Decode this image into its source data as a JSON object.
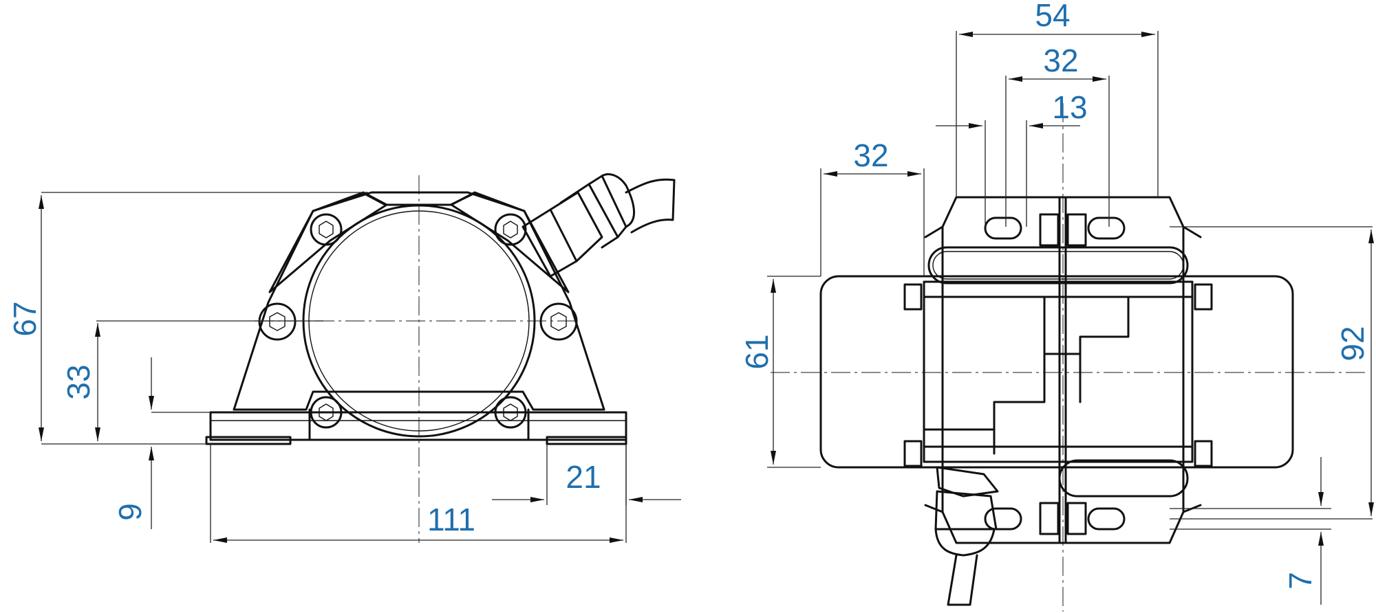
{
  "colors": {
    "dimension_text": "#1f6fad",
    "line": "#111111",
    "background": "#ffffff"
  },
  "dimensions": {
    "front_height_total": "67",
    "front_axis_height": "33",
    "front_foot_height": "9",
    "front_foot_length": "21",
    "front_total_length": "111",
    "side_top_width": "54",
    "side_slot_outer": "32",
    "side_slot_inner": "13",
    "side_left_offset": "32",
    "side_body_height": "61",
    "side_total_height": "92",
    "side_foot_offset": "7"
  }
}
